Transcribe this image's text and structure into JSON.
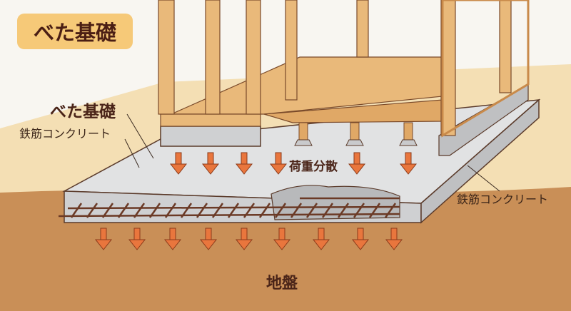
{
  "title_badge": "べた基礎",
  "labels": {
    "mat_foundation": "べた基礎",
    "rc_left": "鉄筋コンクリート",
    "rc_right": "鉄筋コンクリート",
    "load_distribution": "荷重分散",
    "ground": "地盤"
  },
  "colors": {
    "soil": "#c98f57",
    "concrete": "#d9dadb",
    "wood": "#e8b777",
    "arrow": "#e9763d",
    "badge": "#f6c978",
    "text": "#4a2418"
  }
}
